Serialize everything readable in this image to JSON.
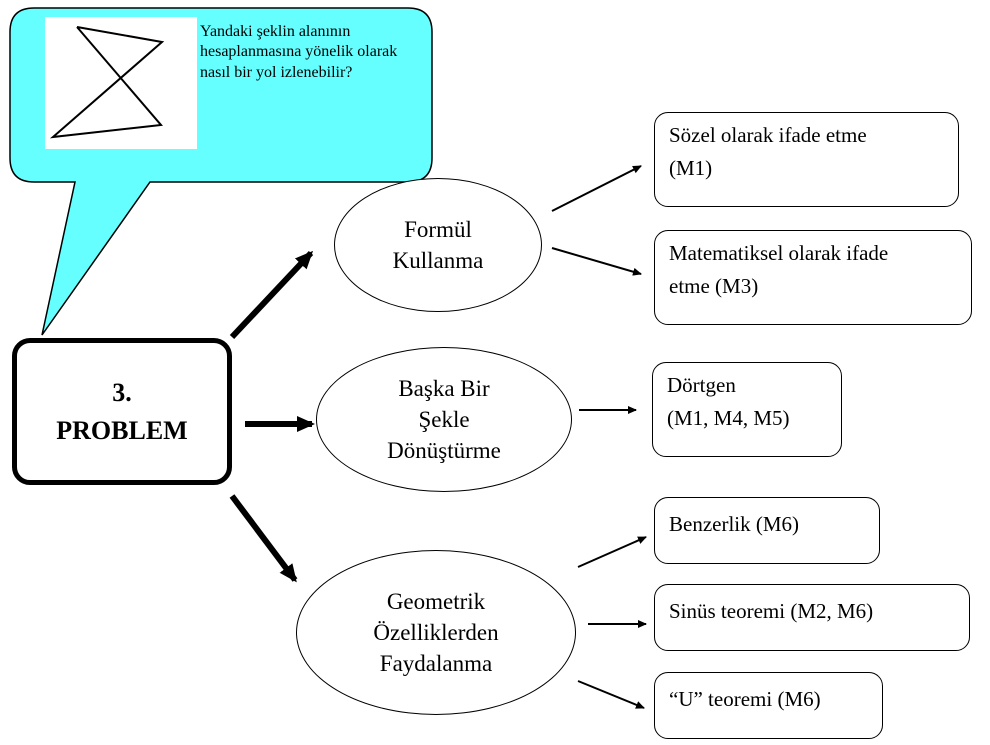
{
  "bubble": {
    "question": "Yandaki şeklin alanının hesaplanmasına yönelik olarak nasıl bir yol izlenebilir?",
    "fill_color": "#66ffff"
  },
  "center": {
    "line1": "3.",
    "line2": "PROBLEM"
  },
  "approaches": [
    {
      "lines": [
        "Formül",
        "Kullanma"
      ]
    },
    {
      "lines": [
        "Başka Bir",
        "Şekle",
        "Dönüştürme"
      ]
    },
    {
      "lines": [
        "Geometrik",
        "Özelliklerden",
        "Faydalanma"
      ]
    }
  ],
  "methods": [
    {
      "line1": "Sözel olarak ifade etme",
      "line2": "(M1)"
    },
    {
      "line1": "Matematiksel olarak ifade",
      "line2": "etme (M3)"
    },
    {
      "line1": "Dörtgen",
      "line2": "(M1, M4, M5)"
    },
    {
      "line1": "Benzerlik (M6)"
    },
    {
      "line1": "Sinüs teoremi (M2, M6)"
    },
    {
      "line1": "“U” teoremi (M6)"
    }
  ]
}
